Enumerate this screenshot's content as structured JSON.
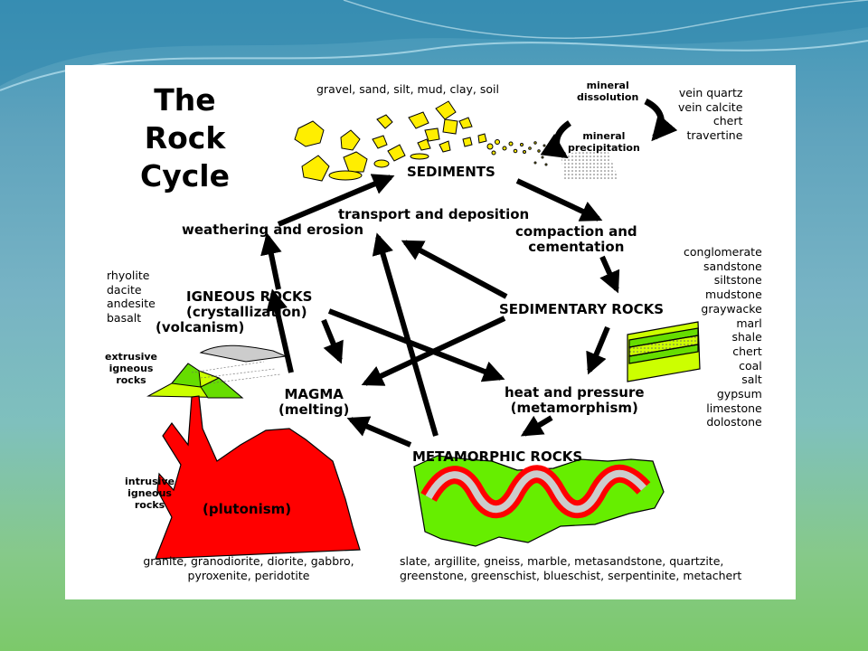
{
  "diagram": {
    "title_lines": [
      "The",
      "Rock",
      "Cycle"
    ],
    "sediments_examples": "gravel, sand, silt, mud, clay, soil",
    "sediments": "SEDIMENTS",
    "mineral_dissolution": [
      "mineral",
      "dissolution"
    ],
    "mineral_precipitation": [
      "mineral",
      "precipitation"
    ],
    "chemical_sediments": [
      "vein quartz",
      "vein calcite",
      "chert",
      "travertine"
    ],
    "transport_deposition": "transport and deposition",
    "weathering_erosion": "weathering and erosion",
    "compaction_cementation": [
      "compaction and",
      "cementation"
    ],
    "sedimentary_examples": [
      "conglomerate",
      "sandstone",
      "siltstone",
      "mudstone",
      "graywacke",
      "marl",
      "shale",
      "chert",
      "coal",
      "salt",
      "gypsum",
      "limestone",
      "dolostone"
    ],
    "igneous_examples": [
      "rhyolite",
      "dacite",
      "andesite",
      "basalt"
    ],
    "igneous_rocks": [
      "IGNEOUS ROCKS",
      "(crystallization)",
      "(volcanism)"
    ],
    "sedimentary_rocks": "SEDIMENTARY ROCKS",
    "extrusive": [
      "extrusive",
      "igneous",
      "rocks"
    ],
    "magma": [
      "MAGMA",
      "(melting)"
    ],
    "heat_pressure": [
      "heat and pressure",
      "(metamorphism)"
    ],
    "intrusive": [
      "intrusive",
      "igneous",
      "rocks"
    ],
    "plutonism": "(plutonism)",
    "metamorphic_rocks": "METAMORPHIC ROCKS",
    "intrusive_examples": [
      "granite, granodiorite, diorite, gabbro,",
      "pyroxenite, peridotite"
    ],
    "metamorphic_examples": [
      "slate, argillite, gneiss, marble, metasandstone, quartzite,",
      "greenstone, greenschist, blueschist, serpentinite, metachert"
    ]
  },
  "colors": {
    "sediment_yellow": "#ffee00",
    "igneous_red": "#ff0000",
    "metamorphic_green": "#66ee00",
    "background_teal": "#4a9ab5",
    "background_green": "#7cc96a"
  }
}
